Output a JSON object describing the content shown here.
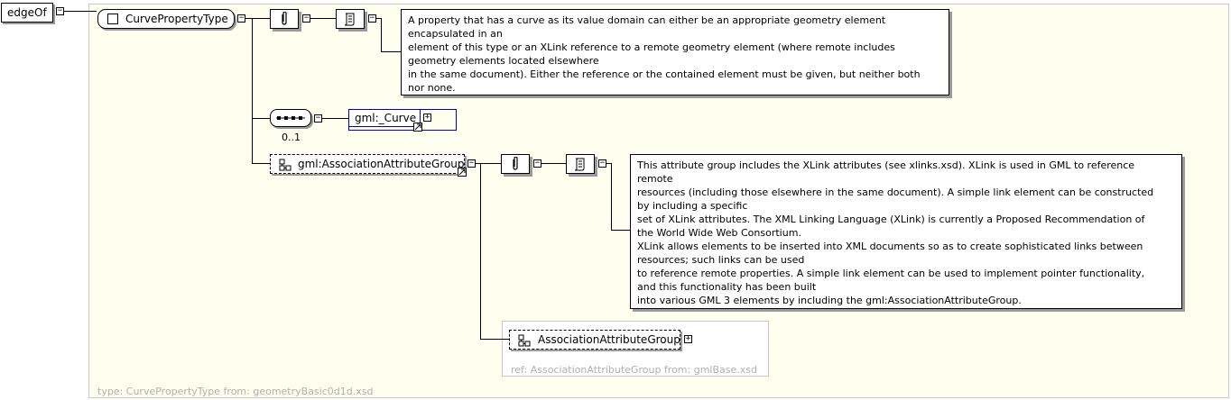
{
  "root": {
    "label": "edgeOf"
  },
  "complex_type": {
    "label": "CurvePropertyType"
  },
  "annotation1": {
    "lines": [
      "A property that has a curve as its value domain can either be an appropriate geometry element",
      "encapsulated in an",
      "element of this type or an XLink reference to a remote geometry element (where remote includes",
      "geometry elements located elsewhere",
      "in the same document). Either the reference or the contained element must be given, but neither both",
      "nor none."
    ]
  },
  "sequence": {
    "cardinality": "0..1"
  },
  "curve_element": {
    "label": "gml:_Curve"
  },
  "attr_group": {
    "label": "gml:AssociationAttributeGroup"
  },
  "annotation2": {
    "lines": [
      "This attribute group includes the XLink attributes (see xlinks.xsd). XLink is used in GML to reference",
      "remote",
      "resources (including those elsewhere in the same document). A simple link element can be constructed",
      "by including a specific",
      "set of XLink attributes. The XML Linking Language (XLink) is currently a Proposed Recommendation of",
      "the World Wide Web Consortium.",
      "XLink allows elements to be inserted into XML documents so as to create sophisticated links between",
      "resources; such links can be used",
      "to reference remote properties. A simple link element can be used to implement pointer functionality,",
      "and this functionality has been built",
      "into various GML 3 elements by including the gml:AssociationAttributeGroup."
    ]
  },
  "ref_group": {
    "label": "AssociationAttributeGroup",
    "ref_text": "ref: AssociationAttributeGroup from: gmlBase.xsd"
  },
  "footer": {
    "type_text": "type: CurvePropertyType from: geometryBasic0d1d.xsd"
  },
  "toggles": {
    "collapse": "−",
    "expand": "+"
  }
}
